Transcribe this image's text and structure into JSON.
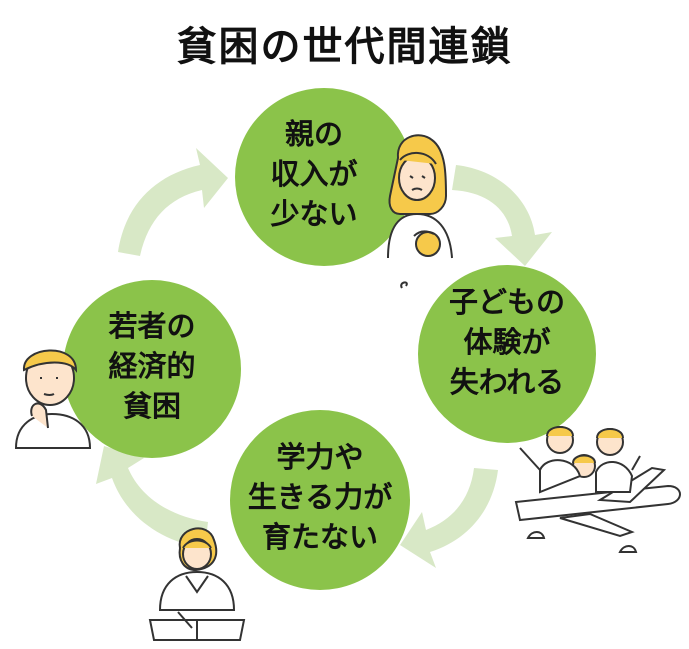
{
  "title": "貧困の世代間連鎖",
  "colors": {
    "node_fill": "#8bc34a",
    "arrow_fill": "#d8e8c6",
    "skin": "#fde4cc",
    "hair": "#f6c94a",
    "line": "#333333"
  },
  "cycle": [
    {
      "id": "parent-income",
      "label": "親の\n収入が\n少ない",
      "icon": "worried-mother-with-purse-icon"
    },
    {
      "id": "child-experience",
      "label": "子どもの\n体験が\n失われる",
      "icon": "family-airplane-icon"
    },
    {
      "id": "education",
      "label": "学力や\n生きる力が\n育たない",
      "icon": "studying-student-icon"
    },
    {
      "id": "youth-poverty",
      "label": "若者の\n経済的\n貧困",
      "icon": "thinking-young-man-icon"
    }
  ]
}
